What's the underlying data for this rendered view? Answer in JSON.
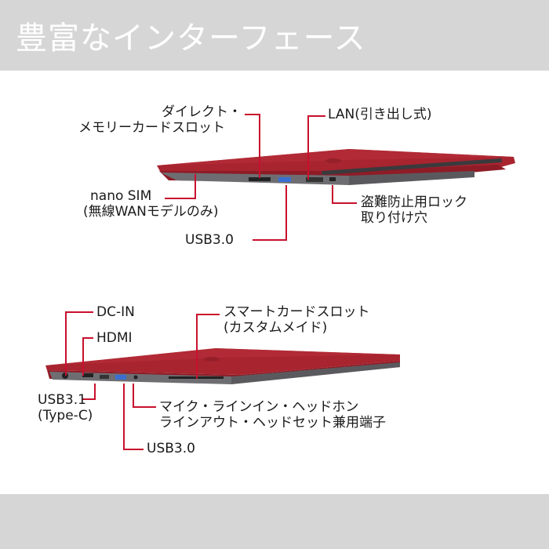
{
  "header": {
    "title": "豊富なインターフェース"
  },
  "colors": {
    "header_bg": "#d6d6d6",
    "leader_line": "#c8102e",
    "laptop_body": "#a8242f"
  },
  "top_view": {
    "labels": [
      {
        "id": "memory-card",
        "lines": [
          "ダイレクト・",
          "メモリーカードスロット"
        ]
      },
      {
        "id": "lan",
        "lines": [
          "LAN(引き出し式)"
        ]
      },
      {
        "id": "nano-sim",
        "lines": [
          "nano SIM",
          "(無線WANモデルのみ)"
        ]
      },
      {
        "id": "usb30",
        "lines": [
          "USB3.0"
        ]
      },
      {
        "id": "security-lock",
        "lines": [
          "盗難防止用ロック",
          "取り付け穴"
        ]
      }
    ]
  },
  "bottom_view": {
    "labels": [
      {
        "id": "dc-in",
        "lines": [
          "DC-IN"
        ]
      },
      {
        "id": "hdmi",
        "lines": [
          "HDMI"
        ]
      },
      {
        "id": "smart-card",
        "lines": [
          "スマートカードスロット",
          "(カスタムメイド)"
        ]
      },
      {
        "id": "usb31",
        "lines": [
          "USB3.1",
          "(Type-C)"
        ]
      },
      {
        "id": "audio",
        "lines": [
          "マイク・ラインイン・ヘッドホン",
          "ラインアウト・ヘッドセット兼用端子"
        ]
      },
      {
        "id": "usb30",
        "lines": [
          "USB3.0"
        ]
      }
    ]
  }
}
